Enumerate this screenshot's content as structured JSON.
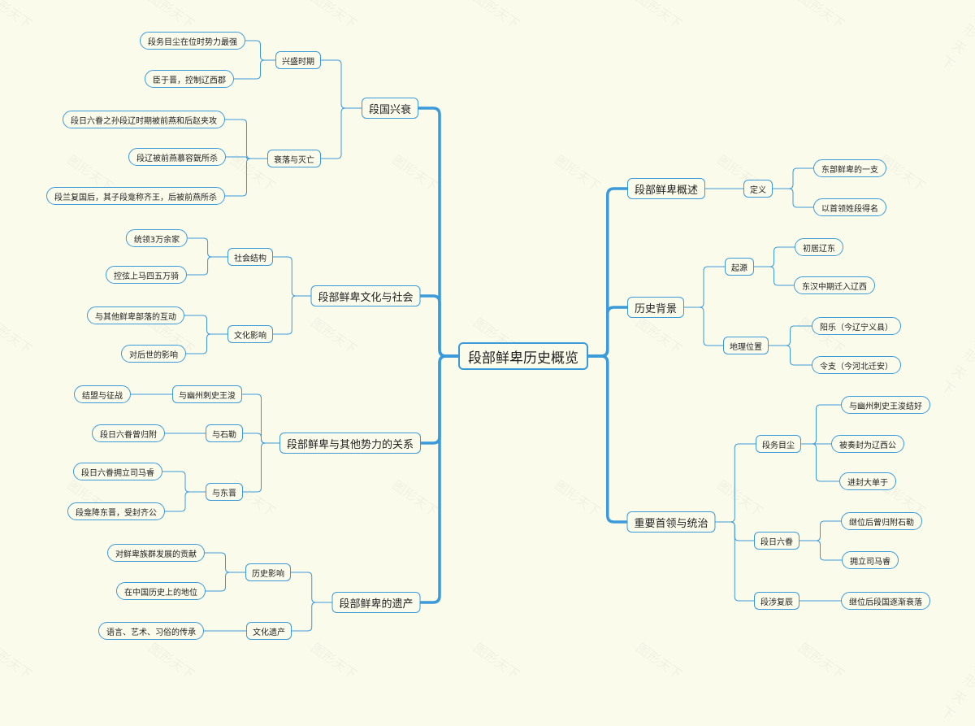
{
  "root": "段部鲜卑历史概览",
  "branches": {
    "rise_fall": {
      "label": "段国兴衰",
      "prosperity": {
        "label": "兴盛时期",
        "items": [
          "段务目尘在位时势力最强",
          "臣于晋，控制辽西郡"
        ]
      },
      "decline": {
        "label": "衰落与灭亡",
        "items": [
          "段日六眷之孙段辽时期被前燕和后赵夹攻",
          "段辽被前燕慕容皝所杀",
          "段兰复国后，其子段龛称齐王，后被前燕所杀"
        ]
      }
    },
    "culture": {
      "label": "段部鲜卑文化与社会",
      "society": {
        "label": "社会结构",
        "items": [
          "统领3万余家",
          "控弦上马四五万骑"
        ]
      },
      "influence": {
        "label": "文化影响",
        "items": [
          "与其他鲜卑部落的互动",
          "对后世的影响"
        ]
      }
    },
    "relations": {
      "label": "段部鲜卑与其他势力的关系",
      "wangjun": {
        "label": "与幽州刺史王浚",
        "items": [
          "结盟与征战"
        ]
      },
      "shile": {
        "label": "与石勒",
        "items": [
          "段日六眷曾归附"
        ]
      },
      "jin": {
        "label": "与东晋",
        "items": [
          "段日六眷拥立司马睿",
          "段龛降东晋，受封齐公"
        ]
      }
    },
    "legacy": {
      "label": "段部鲜卑的遗产",
      "historical": {
        "label": "历史影响",
        "items": [
          "对鲜卑族群发展的贡献",
          "在中国历史上的地位"
        ]
      },
      "heritage": {
        "label": "文化遗产",
        "items": [
          "语言、艺术、习俗的传承"
        ]
      }
    },
    "overview": {
      "label": "段部鲜卑概述",
      "definition": {
        "label": "定义",
        "items": [
          "东部鲜卑的一支",
          "以首领姓段得名"
        ]
      }
    },
    "background": {
      "label": "历史背景",
      "origin": {
        "label": "起源",
        "items": [
          "初居辽东",
          "东汉中期迁入辽西"
        ]
      },
      "location": {
        "label": "地理位置",
        "items": [
          "阳乐（今辽宁义县）",
          "令支（今河北迁安）"
        ]
      }
    },
    "leaders": {
      "label": "重要首领与统治",
      "wumuchen": {
        "label": "段务目尘",
        "items": [
          "与幽州刺史王浚结好",
          "被奏封为辽西公",
          "进封大单于"
        ]
      },
      "riliujuan": {
        "label": "段日六眷",
        "items": [
          "继位后曾归附石勒",
          "拥立司马睿"
        ]
      },
      "shefuchen": {
        "label": "段涉复辰",
        "items": [
          "继位后段国逐渐衰落"
        ]
      }
    }
  },
  "watermark": "图形天下",
  "colors": {
    "line": "#3b9ad9",
    "background": "#fbfbec"
  }
}
